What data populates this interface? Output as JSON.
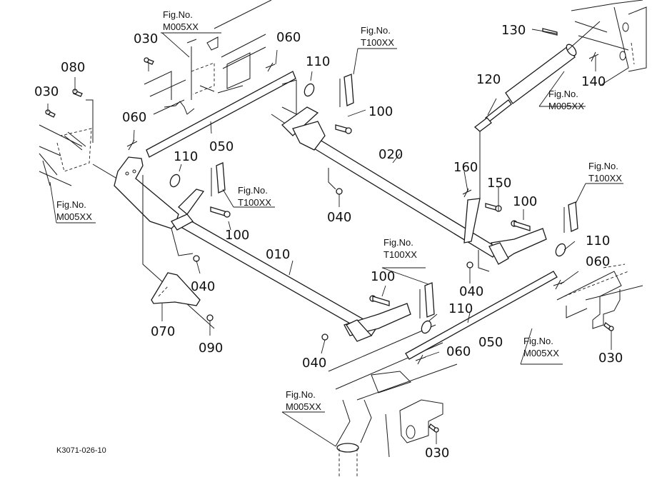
{
  "diagram": {
    "type": "exploded-parts-diagram",
    "drawing_code": "K3071-026-10",
    "part_labels": {
      "p010": "010",
      "p020": "020",
      "p030a": "030",
      "p030b": "030",
      "p030c": "030",
      "p030d": "030",
      "p040a": "040",
      "p040b": "040",
      "p040c": "040",
      "p040d": "040",
      "p050a": "050",
      "p050b": "050",
      "p060a": "060",
      "p060b": "060",
      "p060c": "060",
      "p060d": "060",
      "p070": "070",
      "p080": "080",
      "p090": "090",
      "p100a": "100",
      "p100b": "100",
      "p100c": "100",
      "p100d": "100",
      "p110a": "110",
      "p110b": "110",
      "p110c": "110",
      "p110d": "110",
      "p120": "120",
      "p130": "130",
      "p140": "140",
      "p150": "150",
      "p160": "160"
    },
    "figure_refs": {
      "label": "Fig.No.",
      "m005_top": "M005XX",
      "m005_left": "M005XX",
      "m005_right_top": "M005XX",
      "m005_right_bottom": "M005XX",
      "m005_bottom": "M005XX",
      "t100_top": "T100XX",
      "t100_left": "T100XX",
      "t100_right": "T100XX",
      "t100_bottom": "T100XX"
    }
  }
}
